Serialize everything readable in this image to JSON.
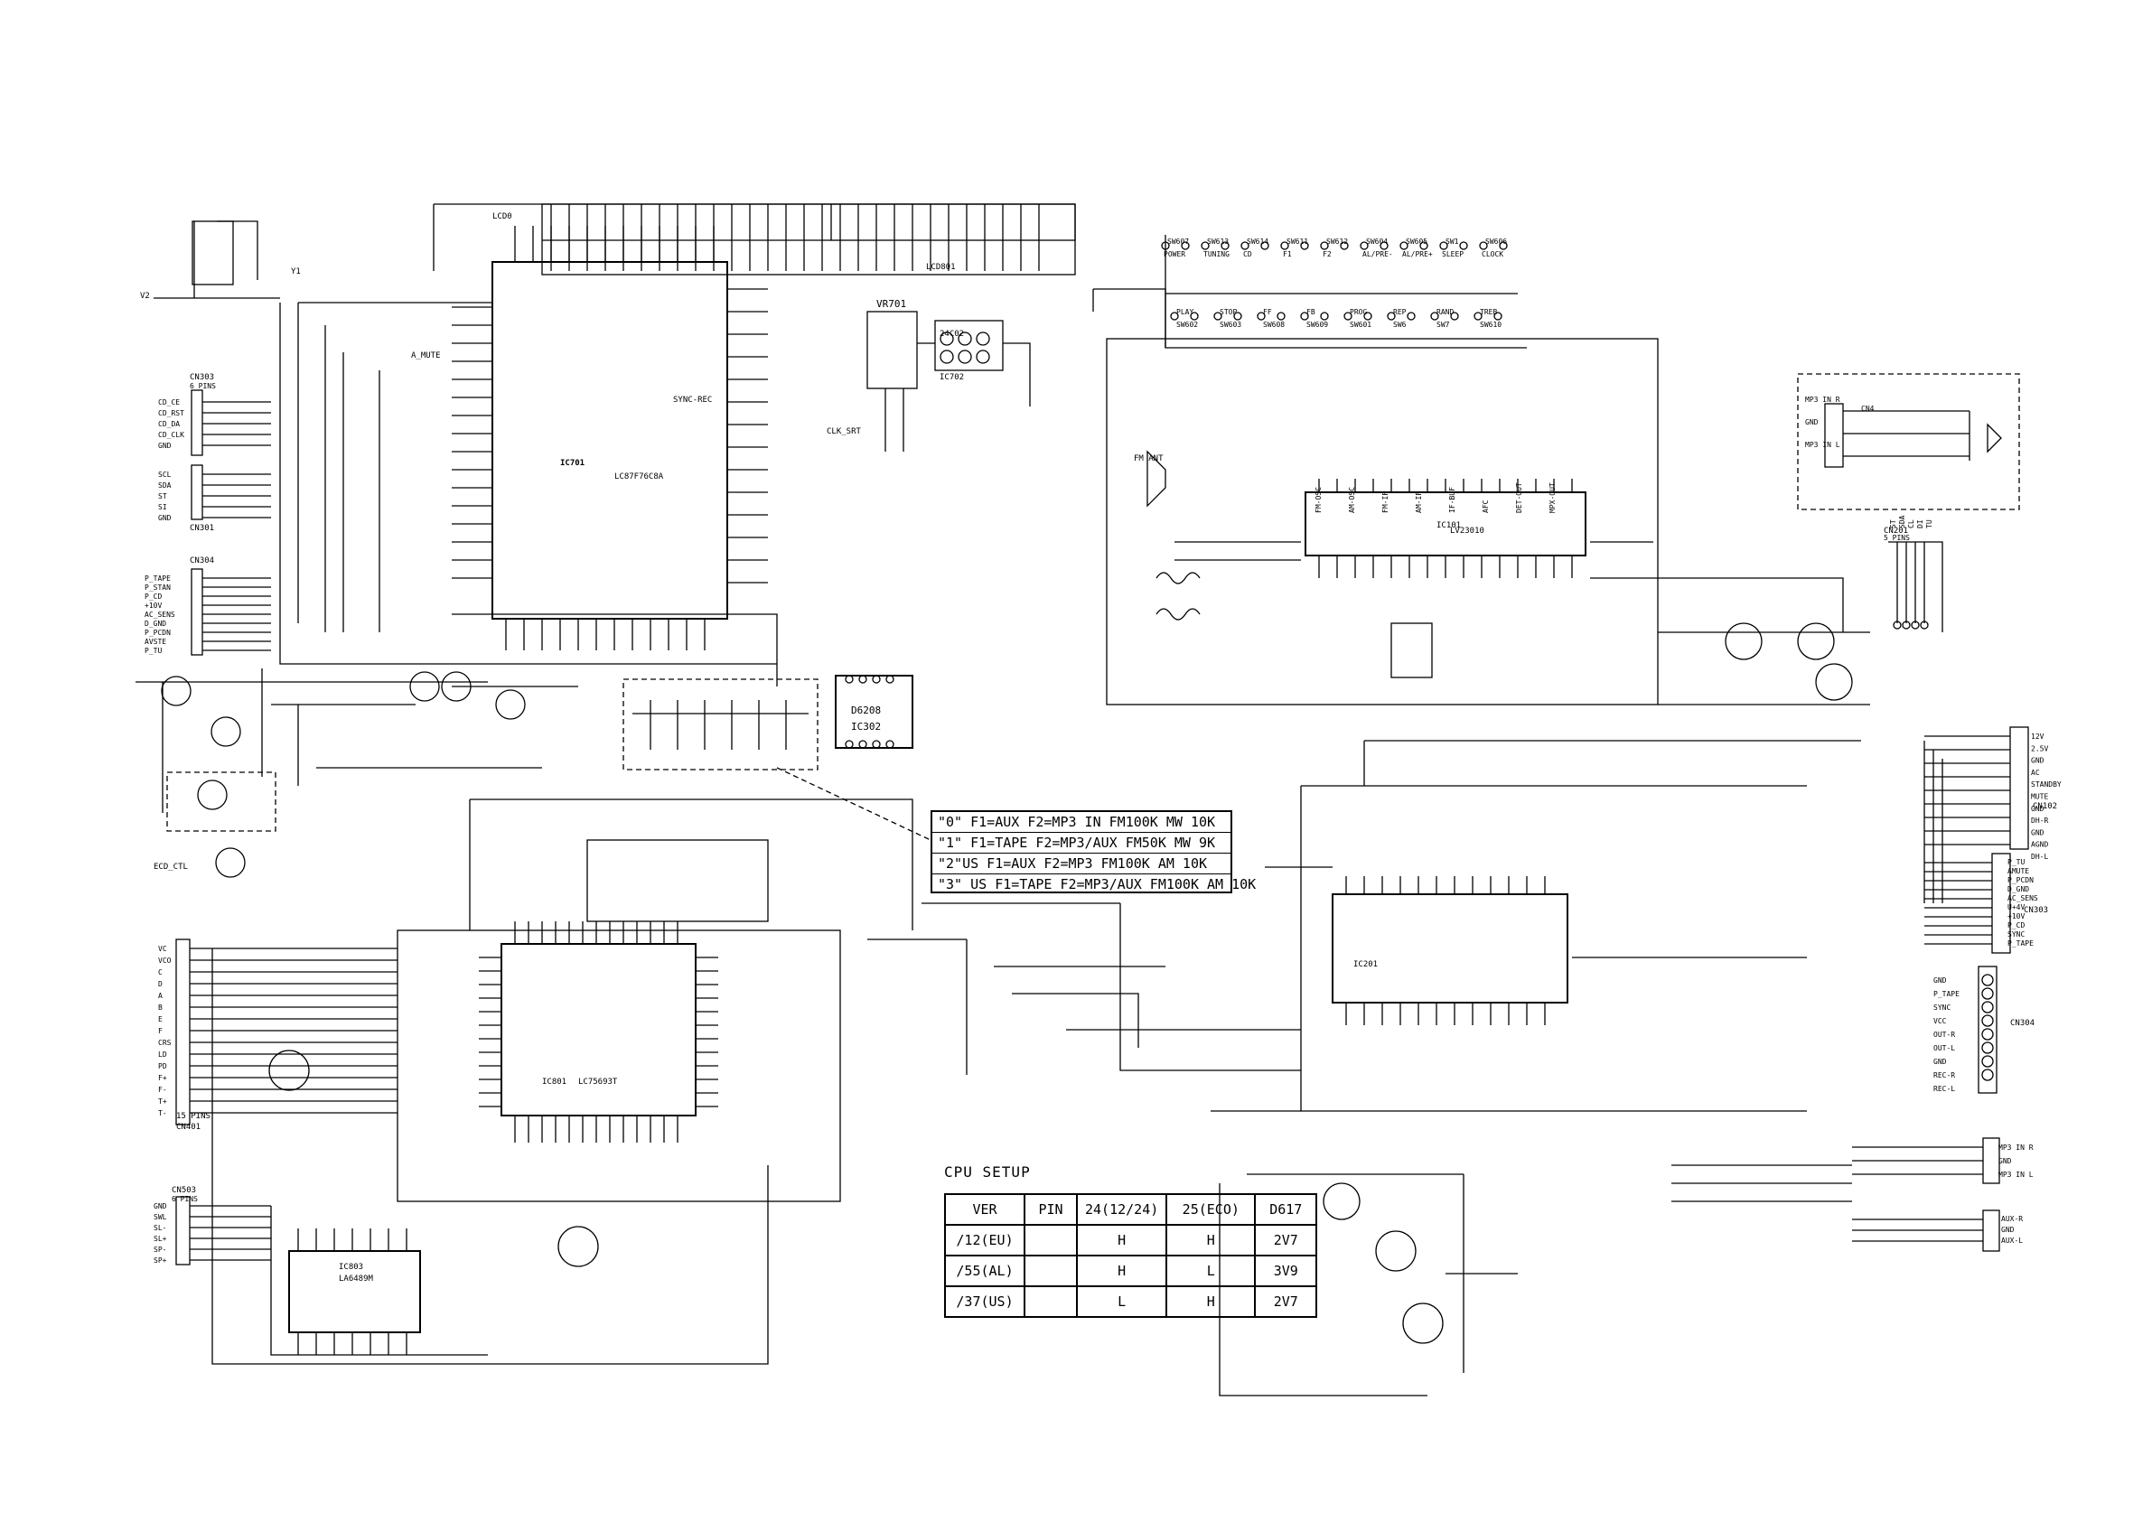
{
  "chips": {
    "ic701": {
      "ref": "IC701",
      "part": "LC87F76C8A"
    },
    "ic801": {
      "ref": "IC801",
      "part": "LC75693T"
    },
    "ic101": {
      "ref": "IC101",
      "part": "LV23010"
    },
    "ic201": {
      "ref": "IC201"
    },
    "ic302": {
      "ref": "IC302",
      "part": "D6208"
    },
    "ic702": {
      "ref": "IC702",
      "part": "24C02"
    },
    "ic803": {
      "ref": "IC803",
      "part": "LA6489M"
    },
    "lcd801": {
      "ref": "LCD801"
    },
    "vr701": {
      "ref": "VR701"
    }
  },
  "connectors": {
    "cn303": {
      "ref": "CN303",
      "pins_label": "6 PINS",
      "pins": [
        "CD_CE",
        "CD_RST",
        "CD_DA",
        "CD_CLK",
        "GND"
      ]
    },
    "cn301": {
      "ref": "CN301",
      "pins": [
        "SCL",
        "SDA",
        "ST",
        "SI",
        "GND"
      ]
    },
    "cn304": {
      "ref": "CN304",
      "pins": [
        "P_TAPE",
        "P_STAN",
        "P_CD",
        "+10V",
        "AC_SENS",
        "D_GND",
        "P_PCDN",
        "AVSTE",
        "P_TU"
      ]
    },
    "cn401": {
      "ref": "CN401",
      "pins_label": "15 PINS",
      "pins": [
        "VC",
        "VCO",
        "C",
        "D",
        "A",
        "B",
        "E",
        "F",
        "CRS",
        "LD",
        "PD",
        "F+",
        "F-",
        "T+",
        "T-"
      ]
    },
    "cn503": {
      "ref": "CN503",
      "pins_label": "6 PINS",
      "pins": [
        "GND",
        "SWL",
        "SL-",
        "SL+",
        "SP-",
        "SP+"
      ]
    },
    "cn201": {
      "ref": "CN201",
      "pins_label": "5 PINS",
      "pins": [
        "ST",
        "SDA",
        "CL",
        "DI",
        "TU"
      ]
    },
    "cn102": {
      "ref": "CN102",
      "pins": [
        "12V",
        "2.5V",
        "GND",
        "AC",
        "STANDBY",
        "MUTE",
        "GND",
        "DH-R",
        "GND",
        "AGND",
        "DH-L"
      ]
    },
    "cn303b": {
      "ref": "CN303",
      "pins": [
        "P_TU",
        "AMUTE",
        "P_PCDN",
        "D_GND",
        "AC_SENS",
        "U+4V",
        "+10V",
        "P_CD",
        "SYNC",
        "P_TAPE"
      ]
    },
    "cn304b": {
      "ref": "CN304",
      "pins": [
        "GND",
        "P_TAPE",
        "SYNC",
        "VCC",
        "OUT-R",
        "OUT-L",
        "GND",
        "REC-R",
        "REC-L"
      ]
    },
    "cn4": {
      "ref": "CN4",
      "pins": [
        "MP3 IN R",
        "GND",
        "MP3 IN L"
      ]
    },
    "mp3_in": {
      "pins": [
        "MP3 IN R",
        "GND",
        "MP3 IN L"
      ]
    },
    "aux_in": {
      "pins": [
        "AUX-R",
        "GND",
        "AUX-L"
      ]
    }
  },
  "buttons": [
    {
      "ref": "SW607",
      "label": "POWER"
    },
    {
      "ref": "SW613",
      "label": "TUNING"
    },
    {
      "ref": "SW614",
      "label": "CD"
    },
    {
      "ref": "SW611",
      "label": "F1"
    },
    {
      "ref": "SW612",
      "label": "F2"
    },
    {
      "ref": "SW604",
      "label": "AL/PRE-"
    },
    {
      "ref": "SW605",
      "label": "AL/PRE+"
    },
    {
      "ref": "SW1",
      "label": "SLEEP"
    },
    {
      "ref": "SW606",
      "label": "CLOCK"
    }
  ],
  "buttons_row2": [
    {
      "ref": "SW602",
      "label": "PLAY"
    },
    {
      "ref": "SW603",
      "label": "STOP"
    },
    {
      "ref": "SW608",
      "label": "FF"
    },
    {
      "ref": "SW609",
      "label": "FB"
    },
    {
      "ref": "SW601",
      "label": "PROG"
    },
    {
      "ref": "SW6",
      "label": "REP"
    },
    {
      "ref": "SW7",
      "label": "RAND"
    },
    {
      "ref": "SW610",
      "label": "TREB"
    }
  ],
  "config_box": {
    "lines": [
      "\"0\" F1=AUX F2=MP3 IN FM100K MW 10K",
      "\"1\" F1=TAPE F2=MP3/AUX FM50K MW 9K",
      "\"2\"US F1=AUX F2=MP3 FM100K AM 10K",
      "\"3\" US F1=TAPE F2=MP3/AUX FM100K AM 10K"
    ]
  },
  "cpu_setup": {
    "title": "CPU SETUP",
    "headers": [
      "VER",
      "PIN",
      "24(12/24)",
      "25(ECO)",
      "D617"
    ],
    "rows": [
      [
        "/12(EU)",
        "",
        "H",
        "H",
        "2V7"
      ],
      [
        "/55(AL)",
        "",
        "H",
        "L",
        "3V9"
      ],
      [
        "/37(US)",
        "",
        "L",
        "H",
        "2V7"
      ]
    ]
  },
  "labels": {
    "v2": "V2",
    "y1": "Y1",
    "a_mute": "A_MUTE",
    "lcd_bus": "LCD0",
    "sync_rec": "SYNC-REC",
    "clk_srt": "CLK_SRT",
    "ecd_ctl": "ECD_CTL",
    "ant": "FM ANT",
    "ic101_pins": [
      "FM-OSC",
      "AM-OSC",
      "FM-IF",
      "AM-IF",
      "IF-BUF",
      "AFC",
      "DET-OUT",
      "MPX-OUT"
    ]
  }
}
